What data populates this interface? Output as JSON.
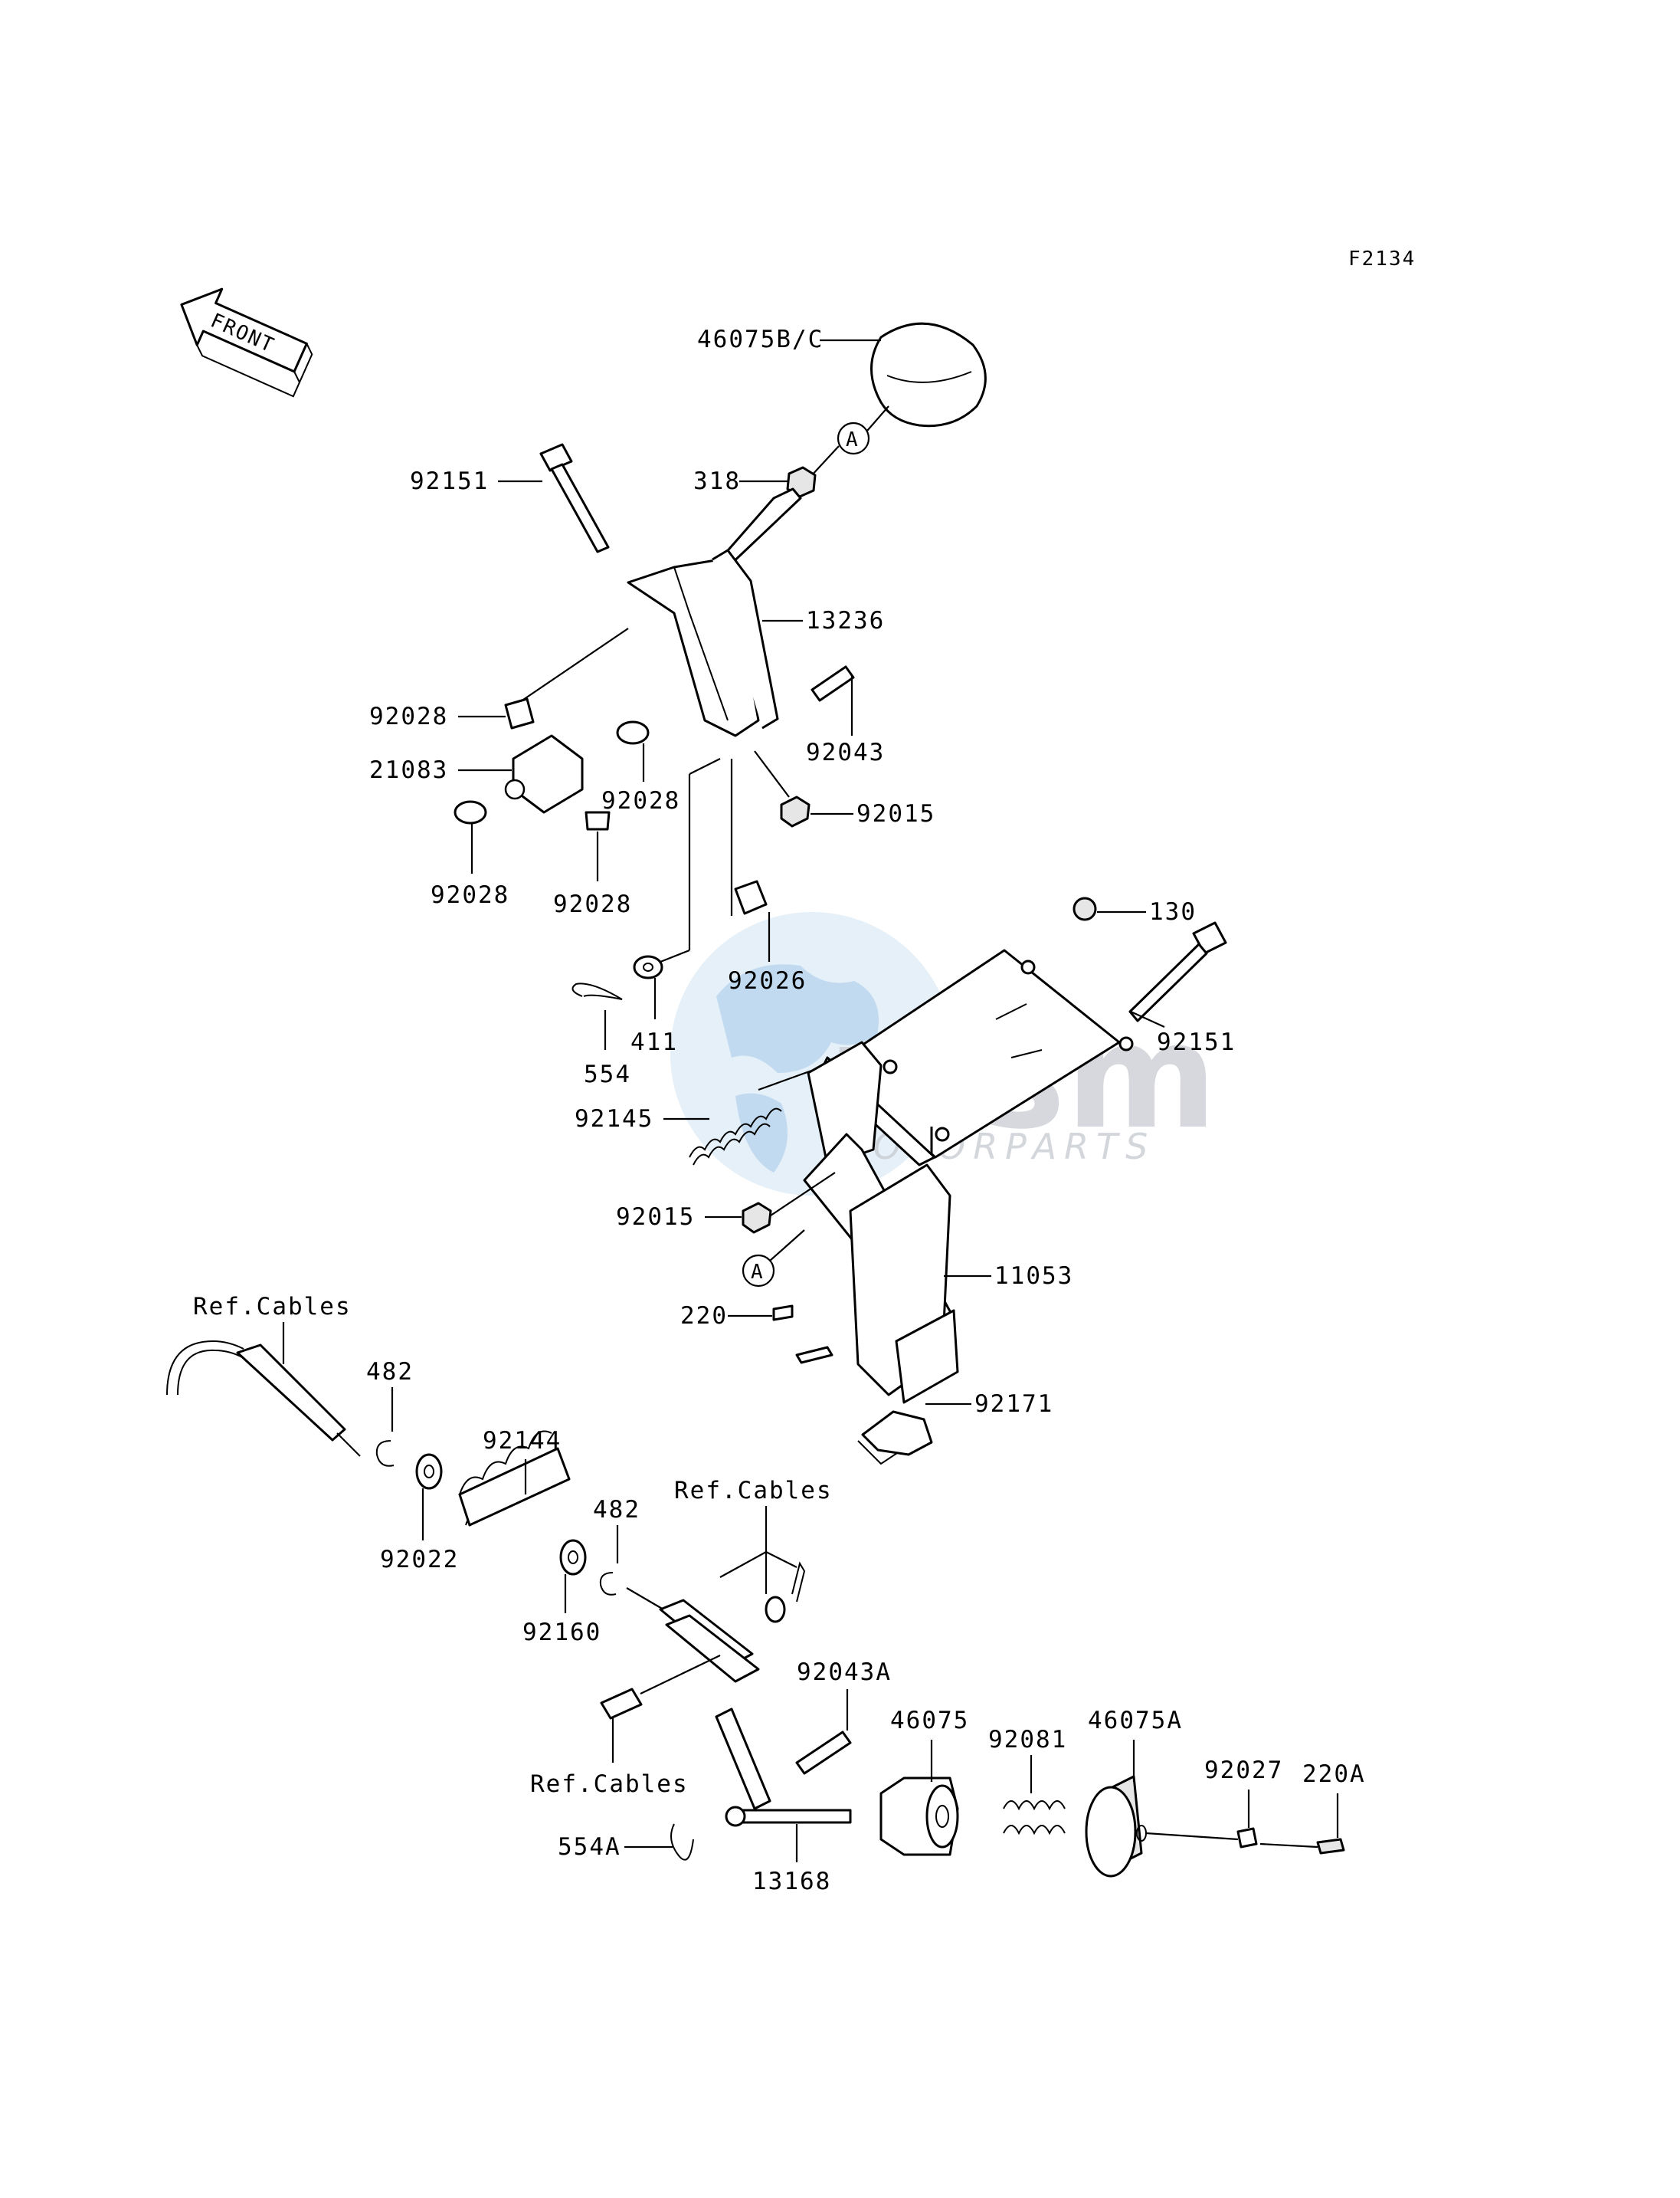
{
  "diagram_code": "F2134",
  "front_label": "FRONT",
  "watermark": {
    "main": "msm",
    "sub": "MOTORPARTS"
  },
  "callouts": {
    "A_top": "A",
    "A_mid": "A"
  },
  "labels": {
    "p46075BC": "46075B/C",
    "p318": "318",
    "p92151_top": "92151",
    "p13236": "13236",
    "p92028_a": "92028",
    "p92043": "92043",
    "p21083": "21083",
    "p92028_b": "92028",
    "p92015_top": "92015",
    "p92028_c": "92028",
    "p92028_d": "92028",
    "p130": "130",
    "p92026": "92026",
    "p92151_mid": "92151",
    "p554": "554",
    "p411": "411",
    "p92145": "92145",
    "p92015_mid": "92015",
    "p11053": "11053",
    "p220": "220",
    "p92171": "92171",
    "p_ref_cables_1": "Ref.Cables",
    "p482_a": "482",
    "p92144": "92144",
    "p482_b": "482",
    "p_ref_cables_2": "Ref.Cables",
    "p92022": "92022",
    "p92160": "92160",
    "p92043A": "92043A",
    "p46075": "46075",
    "p92081": "92081",
    "p46075A": "46075A",
    "p92027": "92027",
    "p220A": "220A",
    "p_ref_cables_3": "Ref.Cables",
    "p554A": "554A",
    "p13168": "13168"
  }
}
